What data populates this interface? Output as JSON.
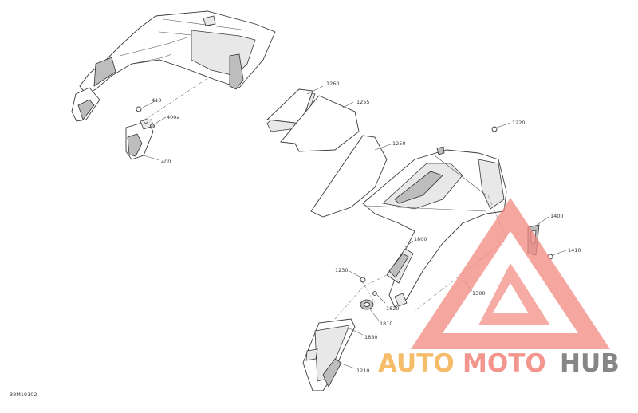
{
  "diagram": {
    "drawing_code": "38M19102",
    "callouts": [
      {
        "id": "410",
        "text": "410"
      },
      {
        "id": "400a",
        "text": "400a"
      },
      {
        "id": "400",
        "text": "400"
      },
      {
        "id": "1260",
        "text": "1260"
      },
      {
        "id": "1255",
        "text": "1255"
      },
      {
        "id": "1250",
        "text": "1250"
      },
      {
        "id": "1220",
        "text": "1220"
      },
      {
        "id": "1400",
        "text": "1400"
      },
      {
        "id": "1410",
        "text": "1410"
      },
      {
        "id": "1800",
        "text": "1800"
      },
      {
        "id": "1230",
        "text": "1230"
      },
      {
        "id": "1820",
        "text": "1820"
      },
      {
        "id": "1810",
        "text": "1810"
      },
      {
        "id": "1830",
        "text": "1830"
      },
      {
        "id": "1300",
        "text": "1300"
      },
      {
        "id": "1210",
        "text": "1210"
      }
    ]
  },
  "watermark": {
    "word_part1": "AUTO",
    "word_part2": "MOTO",
    "word_part3": "HUB",
    "colors": {
      "triangle": "#f28b82",
      "auto": "#f5b55a",
      "moto": "#f28b82",
      "hub": "#7a7a7a"
    }
  }
}
